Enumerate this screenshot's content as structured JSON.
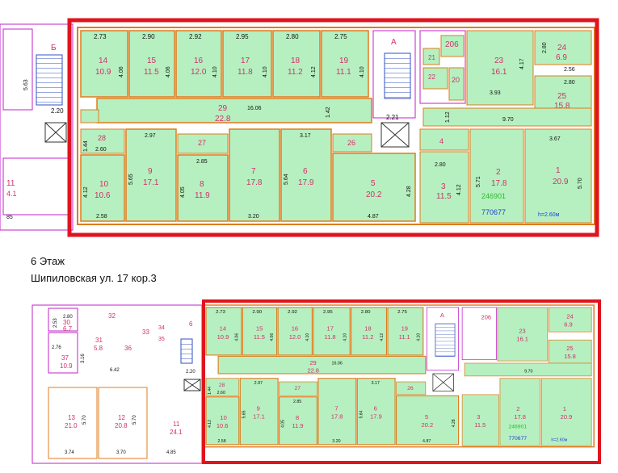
{
  "caption": {
    "floor": "6 Этаж",
    "address": "Шипиловская ул. 17 кор.3"
  },
  "colors": {
    "highlight": "#e0141e",
    "room_fill": "#b6f0c0",
    "wall": "#e07b1c",
    "partition": "#c020c8",
    "number": "#d0306a",
    "text": "#111111",
    "code": "#2db92d",
    "code_blue": "#2040d0"
  },
  "plan": {
    "top_rooms": [
      {
        "num": "14",
        "area": "10.9",
        "dim": "2.73",
        "side": "4.06"
      },
      {
        "num": "15",
        "area": "11.5",
        "dim": "2.90",
        "side": "4.06"
      },
      {
        "num": "16",
        "area": "12.0",
        "dim": "2.92",
        "side": "4.10"
      },
      {
        "num": "17",
        "area": "11.8",
        "dim": "2.95",
        "side": "4.10"
      },
      {
        "num": "18",
        "area": "11.2",
        "dim": "2.80",
        "side": "4.12"
      },
      {
        "num": "19",
        "area": "11.1",
        "dim": "2.75",
        "side": "4.10"
      }
    ],
    "corridor": {
      "num": "29",
      "area": "22.8",
      "length": "16.06",
      "width": "1.42",
      "stub": "2.21"
    },
    "bottom_rooms": [
      {
        "num": "10",
        "area": "10.6",
        "dim": "2.58",
        "side": "4.12"
      },
      {
        "num": "9",
        "area": "17.1",
        "dim": "2.97",
        "side": "5.65"
      },
      {
        "num": "8",
        "area": "11.9",
        "dim": "2.85",
        "side": "4.05"
      },
      {
        "num": "7",
        "area": "17.8",
        "dim": "3.20",
        "side": ""
      },
      {
        "num": "6",
        "area": "17.9",
        "dim": "3.17",
        "side": "5.64"
      },
      {
        "num": "5",
        "area": "20.2",
        "dim": "4.87",
        "side": "4.28"
      }
    ],
    "small_rooms": [
      {
        "num": "28",
        "dim": "2.60",
        "side": "1.44"
      },
      {
        "num": "27"
      },
      {
        "num": "26"
      }
    ],
    "stair_a": "А",
    "stair_b": "Б",
    "right_block": {
      "room_20": "20",
      "room_21": "21",
      "room_206": "206",
      "room_22": "22",
      "room_23": {
        "num": "23",
        "area": "16.1",
        "dim": "3.93",
        "side": "4.17"
      },
      "room_24": {
        "num": "24",
        "area": "6.9",
        "dim": "2.56",
        "side": "2.80"
      },
      "room_25": {
        "num": "25",
        "area": "15.8",
        "dim": "2.80"
      },
      "hall_width": "9.70",
      "hall_side": "1.12",
      "room_4": "4",
      "room_3": {
        "num": "3",
        "area": "11.5",
        "dim": "2.80",
        "side": "4.12"
      },
      "room_2": {
        "num": "2",
        "area": "17.8",
        "side": "5.71"
      },
      "room_1": {
        "num": "1",
        "area": "20.9",
        "dim": "3.67",
        "side": "5.70"
      },
      "code_green": "246901",
      "code_blue": "770677",
      "ceiling": "h=2.60м"
    },
    "left_fragment": {
      "num": "11",
      "area": "4.1",
      "dim": "2.20",
      "bottom": "85"
    },
    "edge_dim": "5.63",
    "lower_left": {
      "r30": {
        "num": "30",
        "area": "6.7",
        "dim": "2.80",
        "side": "2.53"
      },
      "r37": {
        "num": "37",
        "area": "10.9",
        "dim": "2.76",
        "side": "3.16"
      },
      "r31": {
        "num": "31",
        "area": "5.8"
      },
      "r32": "32",
      "r33": "33",
      "r34": "34",
      "r35": "35",
      "r36": "36",
      "r6": "6",
      "corr_dim": "6.42",
      "r13": {
        "num": "13",
        "area": "21.0",
        "side": "5.70",
        "dim": "3.74"
      },
      "r12": {
        "num": "12",
        "area": "20.8",
        "side": "5.70",
        "dim": "3.70"
      },
      "r11": {
        "num": "11",
        "area": "24.1",
        "dim": "4.85"
      },
      "stair_dim": "2.20"
    }
  }
}
